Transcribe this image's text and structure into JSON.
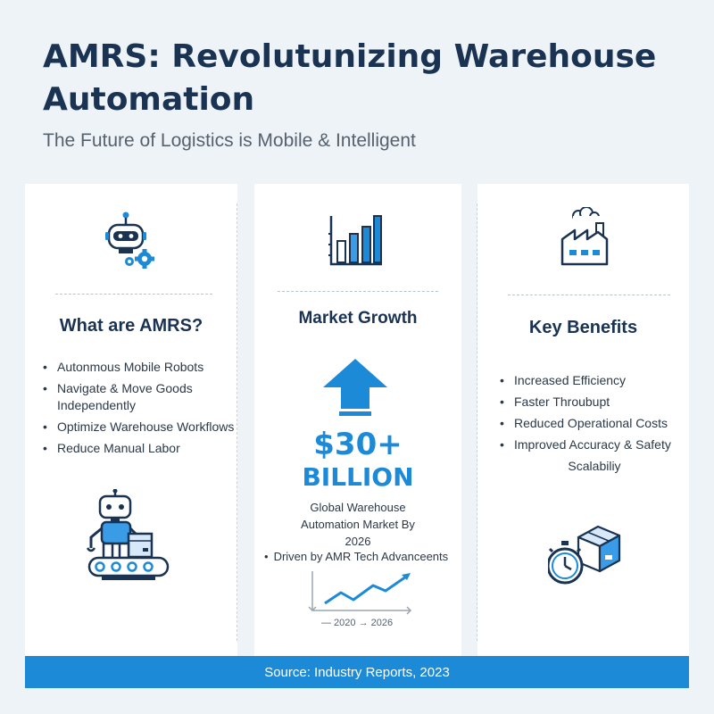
{
  "header": {
    "title": "AMRS: Revolutunizing Warehouse Automation",
    "subtitle": "The Future of Logistics is Mobile & Intelligent"
  },
  "cards": [
    {
      "heading": "What are AMRS?",
      "icon": "robot-gear-icon",
      "bullets": [
        "Autonmous Mobile Robots",
        "Navigate & Move Goods Independently",
        "Optimize Warehouse Workflows",
        "Reduce Manual Labor"
      ],
      "illustration": "robot-conveyor-icon"
    },
    {
      "heading": "Market Growth",
      "icon": "bar-chart-icon",
      "arrow": "up-arrow-icon",
      "big_value": "$30+",
      "big_unit": "BILLION",
      "caption": "Global Warehouse Automation Market By 2026",
      "bullet": "Driven by AMR Tech Advanceents",
      "trend_label": "— 2020 → 2026"
    },
    {
      "heading": "Key Benefits",
      "icon": "factory-icon",
      "bullets": [
        "Increased Efficiency",
        "Faster Throubupt",
        "Reduced Operational Costs",
        "Improved Accuracy & Safety"
      ],
      "extra": "Scalabiliy",
      "illustration": "stopwatch-box-icon"
    }
  ],
  "footer": {
    "source": "Source: Industry Reports, 2023"
  },
  "colors": {
    "accent": "#1d8ad8",
    "heading": "#1b3352",
    "background": "#eef3f8"
  }
}
